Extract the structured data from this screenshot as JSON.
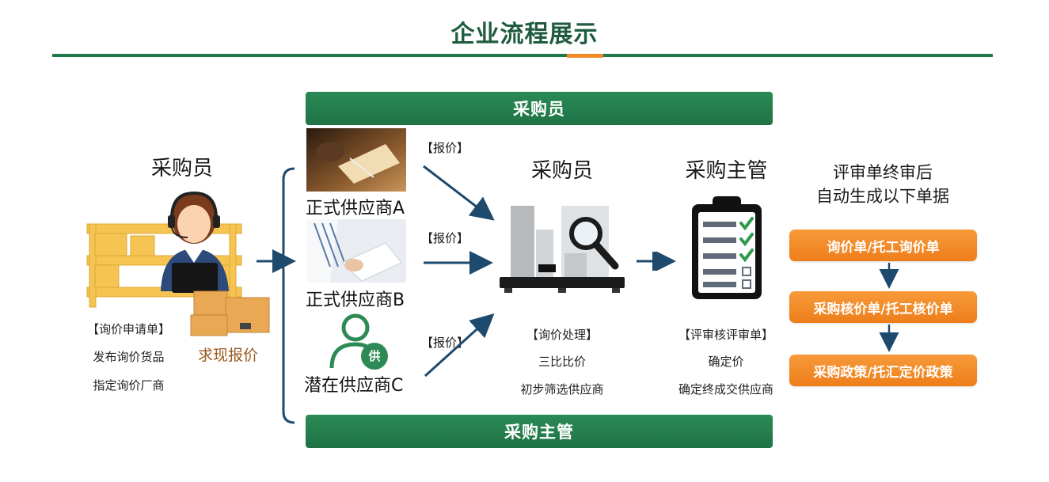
{
  "title": "企业流程展示",
  "bands": {
    "top": "采购员",
    "bottom": "采购主管"
  },
  "left": {
    "heading": "采购员",
    "lines": [
      "【询价申请单】",
      "发布询价货品",
      "指定询价厂商"
    ],
    "quote_request": "求现报价"
  },
  "suppliers": [
    {
      "label": "正式供应商A",
      "quote": "【报价】"
    },
    {
      "label": "正式供应商B",
      "quote": "【报价】"
    },
    {
      "label": "潜在供应商C",
      "quote": "【报价】",
      "badge": "供"
    }
  ],
  "buyer": {
    "heading": "采购员",
    "lines": [
      "【询价处理】",
      "三比比价",
      "初步筛选供应商"
    ]
  },
  "manager": {
    "heading": "采购主管",
    "lines": [
      "【评审核评审单】",
      "确定价",
      "确定终成交供应商"
    ]
  },
  "result": {
    "heading_lines": [
      "评审单终审后",
      "自动生成以下单据"
    ],
    "docs": [
      "询价单/托工询价单",
      "采购核价单/托工核价单",
      "采购政策/托汇定价政策"
    ]
  },
  "colors": {
    "green": "#1f7a4a",
    "orange": "#f08a24",
    "navy": "#1e4a6e"
  }
}
